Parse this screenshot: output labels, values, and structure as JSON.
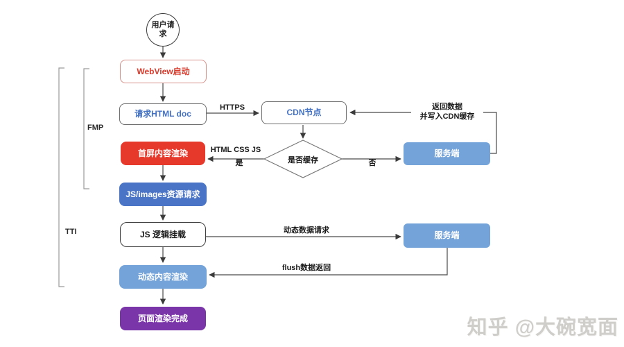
{
  "diagram": {
    "title_domain": "WebView page-load flowchart",
    "nodes": {
      "user_request": "用户请求",
      "webview_start": "WebView启动",
      "request_html": "请求HTML doc",
      "cdn_node": "CDN节点",
      "first_screen_render": "首屏内容渲染",
      "cache_decision": "是否缓存",
      "server_top": "服务端",
      "js_images_request": "JS/images资源请求",
      "js_mount": "JS 逻辑挂载",
      "server_bottom": "服务端",
      "dynamic_render": "动态内容渲染",
      "page_complete": "页面渲染完成"
    },
    "edge_labels": {
      "https": "HTTPS",
      "html_css_js": "HTML CSS JS",
      "yes": "是",
      "no": "否",
      "return_data_line1": "返回数据",
      "return_data_line2": "并写入CDN缓存",
      "dynamic_data_request": "动态数据请求",
      "flush_return": "flush数据返回"
    },
    "phases": {
      "fmp": "FMP",
      "tti": "TTI"
    }
  },
  "watermark": "知乎 @大碗宽面",
  "colors": {
    "red_fill": "#e6392c",
    "red_text": "#d93a2b",
    "outline_red": "#d8918a",
    "blue_text": "#4472c4",
    "blue_fill": "#4a74c6",
    "lightblue_fill": "#74a3d9",
    "purple_fill": "#7a35a8",
    "line_color": "#4a4a4a",
    "bracket_color": "#9a9a9a"
  }
}
